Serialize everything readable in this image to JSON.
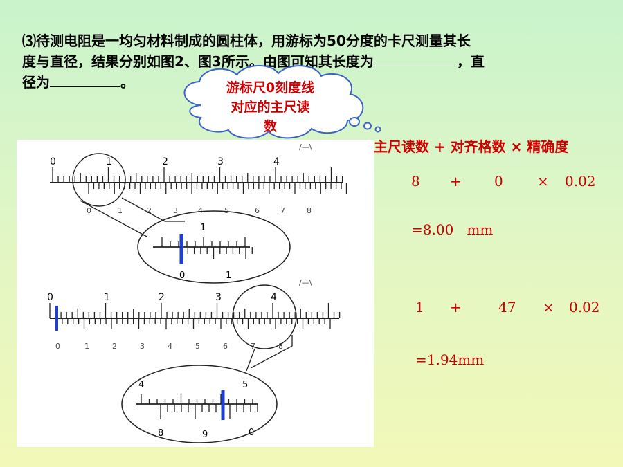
{
  "problem": {
    "line1": "⑶待测电阻是一均匀材料制成的圆柱体，用游标为50分度的卡尺测量其长",
    "line2a": "度与直径，结果分别如图2、图3所示。由图可知其长度为",
    "line2b": "，直",
    "line3a": "径为",
    "line3b": "。"
  },
  "callout": {
    "line1": "游标尺0刻度线",
    "line2": "对应的主尺读",
    "line3": "数"
  },
  "formula": {
    "header": "主尺读数 + 对齐格数 × 精确度",
    "calc1": {
      "a": "8",
      "plus": "+",
      "b": "0",
      "times": "×",
      "c": "0.02"
    },
    "result1": "=8.00   mm",
    "calc2": {
      "a": "1",
      "plus": "+",
      "b": "47",
      "times": "×",
      "c": "0.02"
    },
    "result2": "=1.94mm"
  },
  "figure": {
    "unit_mark": "/—\\",
    "ruler1_main": [
      "0",
      "1",
      "2",
      "3",
      "4"
    ],
    "ruler1_zoom_main": "1",
    "ruler1_zoom_vernier": [
      "0",
      "1"
    ],
    "ruler2_main": [
      "0",
      "1",
      "2",
      "3",
      "4"
    ],
    "ruler2_zoom_main": [
      "4",
      "5"
    ],
    "ruler2_zoom_vernier": [
      "8",
      "9",
      "0"
    ]
  }
}
